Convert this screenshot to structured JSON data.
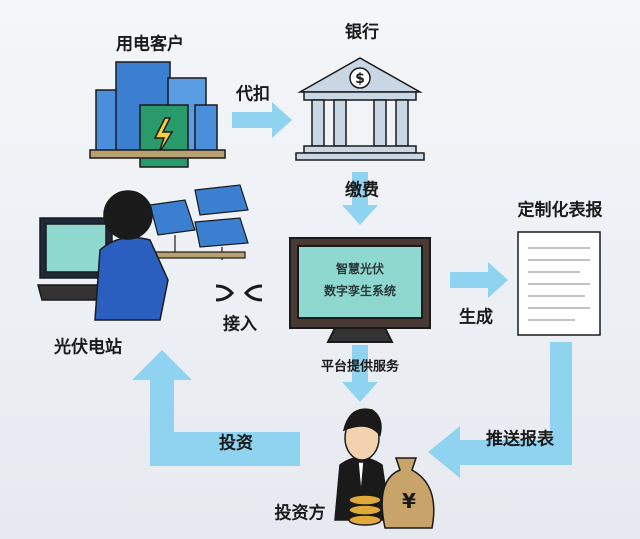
{
  "nodes": {
    "customer": "用电客户",
    "bank": "银行",
    "report": "定制化表报",
    "station": "光伏电站",
    "investor": "投资方"
  },
  "system": {
    "line1": "智慧光伏",
    "line2": "数字孪生系统"
  },
  "edges": {
    "deduct": "代扣",
    "pay": "缴费",
    "generate": "生成",
    "connect": "接入",
    "service": "平台提供服务",
    "push": "推送报表",
    "invest": "投资"
  },
  "colors": {
    "arrow": "#8fd3f0",
    "screen": "#8fd8cf",
    "building": "#3a7fd0"
  },
  "icons": {
    "money_bag": "¥",
    "bank_sign": "$"
  }
}
